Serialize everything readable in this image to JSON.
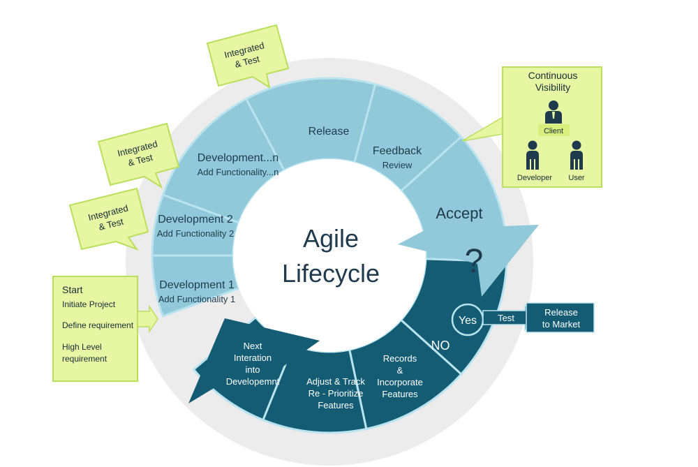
{
  "title": {
    "line1": "Agile",
    "line2": "Lifecycle"
  },
  "segments": {
    "dev1": {
      "title": "Development 1",
      "sub": "Add Functionality 1"
    },
    "dev2": {
      "title": "Development 2",
      "sub": "Add Functionality 2"
    },
    "devn": {
      "title": "Development...n",
      "sub": "Add Functionality...n"
    },
    "release": {
      "title": "Release"
    },
    "feedback": {
      "title": "Feedback",
      "sub": "Review"
    },
    "accept": {
      "title": "Accept",
      "symbol": "?"
    },
    "no": {
      "title": "NO"
    },
    "records": {
      "lines": [
        "Records",
        "&",
        "Incorporate",
        "Features"
      ]
    },
    "adjust": {
      "lines": [
        "Adjust & Track",
        "Re - Prioritize",
        "Features"
      ]
    },
    "next": {
      "lines": [
        "Next",
        "Interation",
        "into",
        "Developemnt"
      ]
    }
  },
  "callouts": [
    {
      "lines": [
        "Integrated",
        "& Test"
      ]
    },
    {
      "lines": [
        "Integrated",
        "& Test"
      ]
    },
    {
      "lines": [
        "Integrated",
        "& Test"
      ]
    }
  ],
  "start_box": {
    "title": "Start",
    "items": [
      "Initiate Project",
      "Define requirement",
      "High Level",
      "requirement"
    ]
  },
  "visibility_box": {
    "title_lines": [
      "Continuous",
      "Visibility"
    ],
    "client": "Client",
    "developer": "Developer",
    "user": "User"
  },
  "decision": {
    "yes": "Yes",
    "test": "Test",
    "release_lines": [
      "Release",
      "to Market"
    ]
  },
  "colors": {
    "light_segment": "#92c9da",
    "dark_segment": "#145c73",
    "ring_outline": "#b9e3ef",
    "outer_gray": "#ececec",
    "callout_fill": "#e6f6a3",
    "callout_stroke": "#b9df5c",
    "title_color": "#1f3a4d",
    "person_icon": "#1f3a4d"
  },
  "icons": [
    "person-client-icon",
    "person-developer-icon",
    "person-user-icon",
    "question-mark-icon"
  ]
}
